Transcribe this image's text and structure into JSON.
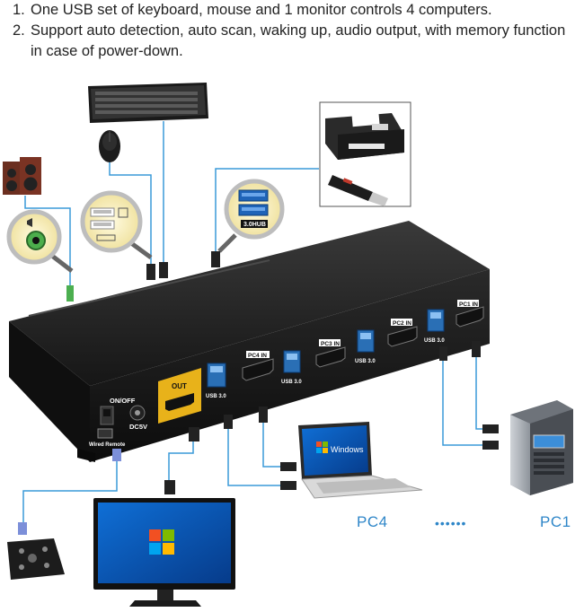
{
  "features": [
    {
      "num": "1.",
      "text": "One USB set of keyboard, mouse and 1 monitor controls 4 computers."
    },
    {
      "num": "2.",
      "text": "Support auto detection, auto scan, waking up, audio output, with memory function in case of power-down."
    }
  ],
  "kvm_switch": {
    "power_label": "ON/OFF",
    "dc_label": "DC5V",
    "wired_remote_label": "Wired Remote",
    "out_label": "OUT",
    "pc4_in": "PC4 IN",
    "pc3_in": "PC3 IN",
    "pc2_in": "PC2 IN",
    "pc1_in": "PC1 IN",
    "usb_label": "USB 3.0",
    "hub_label": "3.0HUB"
  },
  "labels": {
    "pc4": "PC4",
    "pc1": "PC1",
    "dots": "••••••",
    "windows_logo": "Windows"
  },
  "colors": {
    "cable": "#3a9ad9",
    "switch_body": "#1c1c1c",
    "hdmi_gold": "#e8b21a",
    "usb_blue": "#2a6fb5",
    "label_blue": "#2e86c8"
  }
}
